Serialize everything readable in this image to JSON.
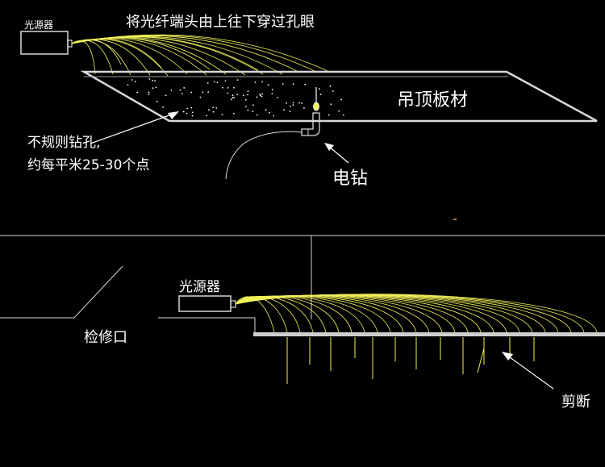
{
  "top": {
    "source_label": "光源器",
    "instruction": "将光纤端头由上往下穿过孔眼",
    "board_label": "吊顶板材",
    "drill_note_line1": "不规则钻孔,",
    "drill_note_line2": "约每平米25-30个点",
    "drill_label": "电钻"
  },
  "bottom": {
    "source_label": "光源器",
    "access_label": "检修口",
    "cut_label": "剪断"
  },
  "colors": {
    "background": "#000000",
    "line": "#d8d8d8",
    "fiber": "#f2f25a",
    "text": "#ffffff"
  }
}
